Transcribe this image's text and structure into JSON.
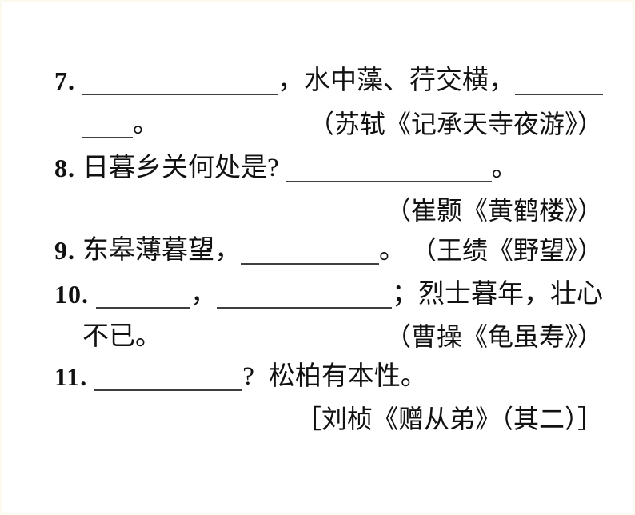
{
  "slide": {
    "background": "#ffffff",
    "edge_tint": "#fcf9ee",
    "text_color": "#111111",
    "underline_color": "#3f3f3f"
  },
  "questions": {
    "q7": {
      "number": "7.",
      "mid_text": "，水中藻、荇交横，",
      "period": "。",
      "attribution": "（苏轼《记承天寺夜游》）"
    },
    "q8": {
      "number": "8.",
      "prompt": "日暮乡关何处是?",
      "period": "。",
      "attribution": "（崔颢《黄鹤楼》）"
    },
    "q9": {
      "number": "9.",
      "prompt": "东皋薄暮望，",
      "period": "。",
      "attribution": "（王绩《野望》）"
    },
    "q10": {
      "number": "10.",
      "comma": "，",
      "tail_text": "；烈士暮年，壮心",
      "wrap_text": "不已。",
      "attribution": "（曹操《龟虽寿》）"
    },
    "q11": {
      "number": "11.",
      "question_mark": "?",
      "tail_text": "松柏有本性。",
      "attribution": "［刘桢《赠从弟》（其二）］"
    }
  }
}
